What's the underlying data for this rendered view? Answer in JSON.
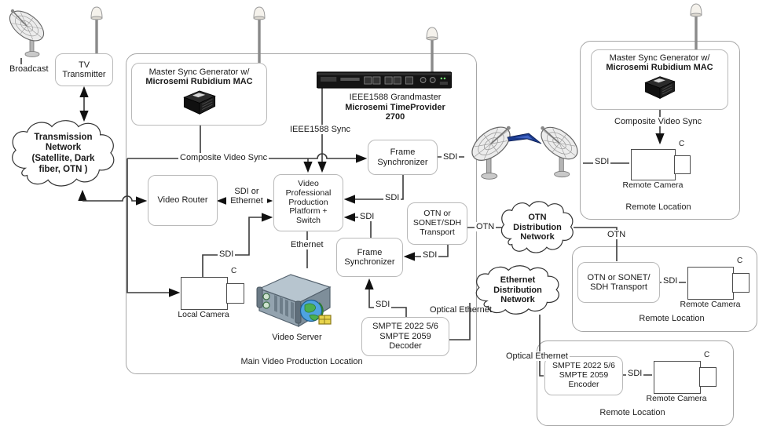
{
  "containers": {
    "main": "Main Video Production Location",
    "remote": "Remote Location"
  },
  "clouds": {
    "transmission": "Transmission\nNetwork\n(Satellite, Dark\nfiber, OTN )",
    "otn": "OTN\nDistribution\nNetwork",
    "ethernet": "Ethernet\nDistribution\nNetwork"
  },
  "nodes": {
    "tv_transmitter": "TV\nTransmitter",
    "master_sync_title": "Master Sync Generator w/",
    "master_sync_bold": "Microsemi Rubidium MAC",
    "grandmaster_title": "IEEE1588 Grandmaster",
    "grandmaster_bold": "Microsemi TimeProvider",
    "grandmaster_model": "2700",
    "frame_sync": "Frame\nSynchronizer",
    "video_router": "Video Router",
    "platform": "Video\nProfessional\nProduction\nPlatform +\nSwitch",
    "otn_transport_main": "OTN or\nSONET/SDH\nTransport",
    "otn_transport_remote": "OTN or SONET/\nSDH Transport",
    "smpte_decoder": "SMPTE 2022 5/6\nSMPTE 2059\nDecoder",
    "smpte_encoder": "SMPTE 2022 5/6\nSMPTE 2059\nEncoder",
    "video_server": "Video Server",
    "local_camera": "Local Camera",
    "remote_camera": "Remote Camera",
    "camera_lens": "C"
  },
  "edge_labels": {
    "composite_video_sync": "Composite Video Sync",
    "ieee1588_sync": "IEEE1588 Sync",
    "sdi": "SDI",
    "sdi_or_ethernet": "SDI or\nEthernet",
    "ethernet": "Ethernet",
    "otn": "OTN",
    "optical_ethernet": "Optical Ethernet",
    "broadcast": "Broadcast"
  },
  "colors": {
    "line": "#3a3a3a",
    "node_border": "#b9b9b9",
    "container_border": "#a6a6a6",
    "satellite_arrow": "#1b3a8c",
    "device_black": "#161616"
  }
}
